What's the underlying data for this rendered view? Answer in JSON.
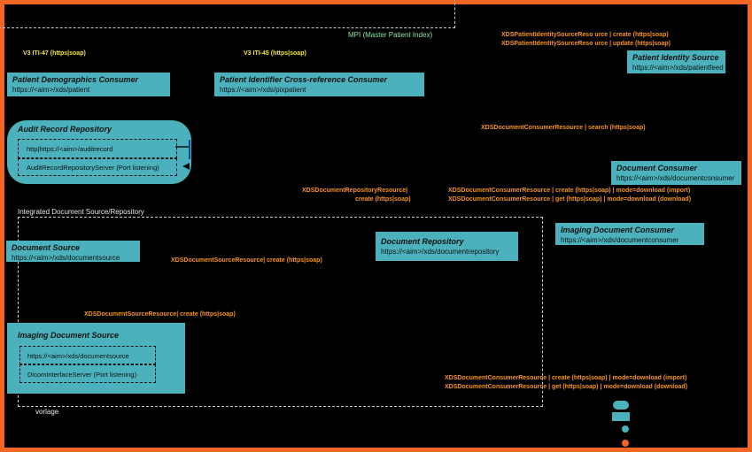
{
  "header": {
    "mpi_label": "MPI (Master Patient Index)",
    "iti47": "V3 ITI-47 (https|soap)",
    "iti45": "V3 ITI-45  (https|soap)",
    "patient_identity_create": "XDSPatientIdentitySourceReso urce | create (https|soap)",
    "patient_identity_update": "XDSPatientIdentitySourceReso urce | update (https|soap)"
  },
  "actors": {
    "patient_identity_source": {
      "title": "Patient Identity Source",
      "url": "https://<aim>/xds/patientfeed"
    },
    "patient_demographics_consumer": {
      "title": "Patient Demographics Consumer",
      "url": "https://<aim>/xds/patient"
    },
    "pix_consumer": {
      "title": "Patient Identifier Cross-reference Consumer",
      "url": "https://<aim>/xds/pixpatient"
    },
    "audit_repository": {
      "title": "Audit Record Repository",
      "endpoint": "http|https://<aim>/auditrecord",
      "server": "AuditRecordRepositoryServer (Port listening)"
    },
    "document_consumer": {
      "title": "Document Consumer",
      "url": "https://<aim>/xds/documentconsumer"
    },
    "imaging_document_consumer": {
      "title": "Imaging Document Consumer",
      "url": "https://<aim>/xds/documentconsumer"
    },
    "document_repository": {
      "title": "Document Repository",
      "url": "https://<aim>/xds/documentrepository"
    },
    "document_source": {
      "title": "Document Source",
      "url": "https://<aim>/xds/documentsource"
    },
    "imaging_document_source": {
      "title": "Imaging Document Source",
      "endpoint": "https://<aim>/xds/documentsource",
      "server": "DicomInterfaceServer (Port listening)"
    }
  },
  "labels": {
    "consumer_search": "XDSDocumentConsumerResource | search (https|soap)",
    "repository_create_1": "XDSDocumentRepositoryResource|",
    "repository_create_2": "create (https|soap)",
    "consumer_create_import": "XDSDocumentConsumerResource | create (https|soap) | mode=download (import)",
    "consumer_get_download": "XDSDocumentConsumerResource | get (https|soap) | mode=download (download)",
    "integrated_group": "Integrated Document Source/Repository",
    "source_create": "XDSDocumentSourceResource| create (https|soap)",
    "imaging_source_create": "XDSDocumentSourceResource| create (https|soap)",
    "bottom_create_import": "XDSDocumentConsumerResource | create (https|soap) | mode=download (import)",
    "bottom_get_download": "XDSDocumentConsumerResource | get (https|soap) | mode=download (download)",
    "vorlage": "vorlage"
  },
  "colors": {
    "actor_fill": "#4bb2bd",
    "frame": "#f26522",
    "label": "#f7941d"
  }
}
